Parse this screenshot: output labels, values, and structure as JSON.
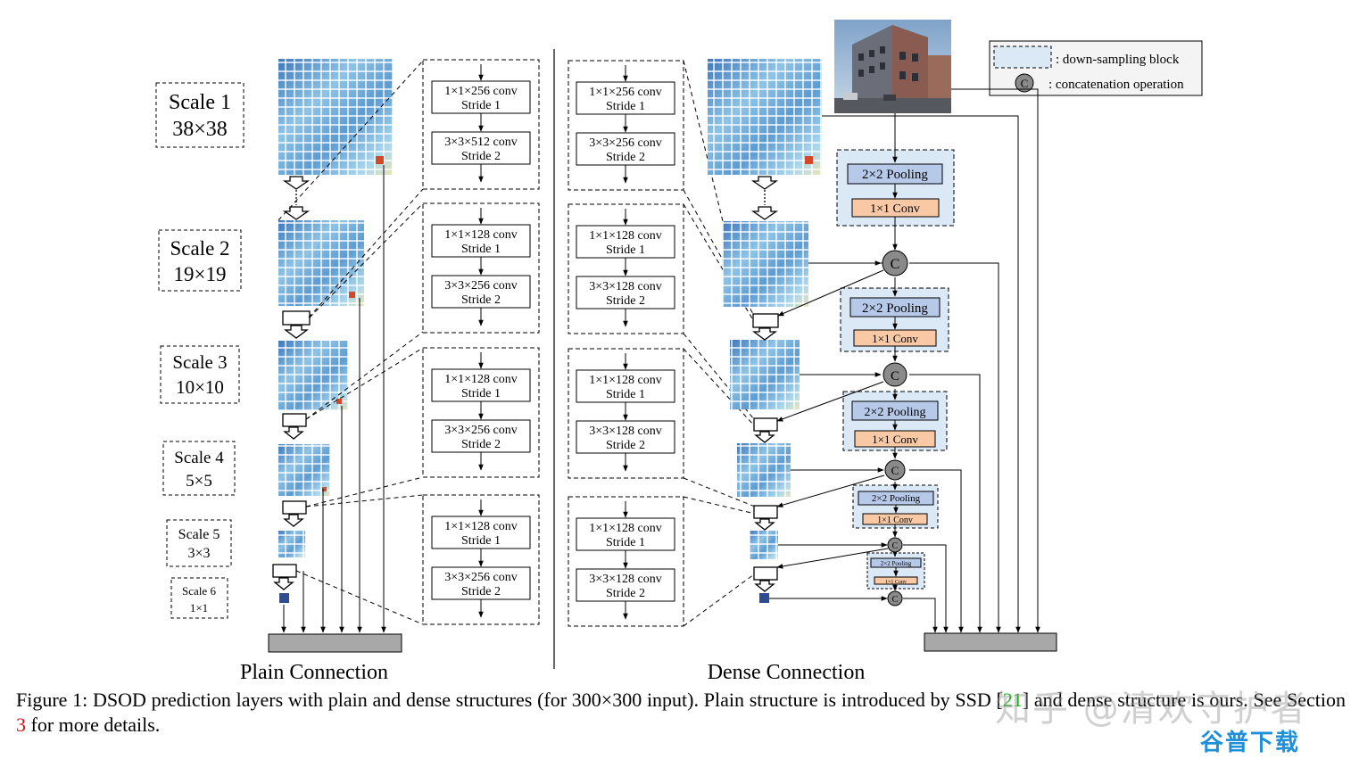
{
  "panels": {
    "plain_title": "Plain Connection",
    "dense_title": "Dense Connection"
  },
  "scales": [
    {
      "name": "Scale 1",
      "size": "38×38"
    },
    {
      "name": "Scale 2",
      "size": "19×19"
    },
    {
      "name": "Scale 3",
      "size": "10×10"
    },
    {
      "name": "Scale 4",
      "size": "5×5"
    },
    {
      "name": "Scale 5",
      "size": "3×3"
    },
    {
      "name": "Scale 6",
      "size": "1×1"
    }
  ],
  "plain_blocks": [
    {
      "conv1": "1×1×256 conv",
      "stride1": "Stride 1",
      "conv2": "3×3×512 conv",
      "stride2": "Stride 2"
    },
    {
      "conv1": "1×1×128 conv",
      "stride1": "Stride 1",
      "conv2": "3×3×256 conv",
      "stride2": "Stride 2"
    },
    {
      "conv1": "1×1×128 conv",
      "stride1": "Stride 1",
      "conv2": "3×3×256 conv",
      "stride2": "Stride 2"
    },
    {
      "conv1": "1×1×128 conv",
      "stride1": "Stride 1",
      "conv2": "3×3×256 conv",
      "stride2": "Stride 2"
    }
  ],
  "dense_blocks": [
    {
      "conv1": "1×1×256 conv",
      "stride1": "Stride 1",
      "conv2": "3×3×256 conv",
      "stride2": "Stride 2"
    },
    {
      "conv1": "1×1×128 conv",
      "stride1": "Stride 1",
      "conv2": "3×3×128 conv",
      "stride2": "Stride 2"
    },
    {
      "conv1": "1×1×128 conv",
      "stride1": "Stride 1",
      "conv2": "3×3×128 conv",
      "stride2": "Stride 2"
    },
    {
      "conv1": "1×1×128 conv",
      "stride1": "Stride 1",
      "conv2": "3×3×128 conv",
      "stride2": "Stride 2"
    }
  ],
  "downsample": {
    "pool": "2×2 Pooling",
    "conv": "1×1 Conv",
    "concat_symbol": "C"
  },
  "legend": {
    "downsample": ": down-sampling block",
    "concat": ": concatenation operation",
    "symbol": "C"
  },
  "caption": {
    "p1": "Figure 1: DSOD prediction layers with plain and dense structures (for 300×300 input). Plain structure is introduced by SSD [",
    "ref1": "21",
    "p2": "] and dense structure is ours. See Section ",
    "ref2": "3",
    "p3": " for more details."
  },
  "watermark": {
    "line1": "知乎 @清欢守护者",
    "line2": "谷普下载"
  },
  "colors": {
    "downsample_fill": "#dbe8f6",
    "pool_fill": "#b7c9e8",
    "conv_fill": "#f8c9a4",
    "concat_fill": "#8a8a8a",
    "output_bar": "#a8a8a8",
    "heatmap_base": "#4a86c6",
    "ref_green": "#10b010",
    "ref_red": "#d01010"
  }
}
